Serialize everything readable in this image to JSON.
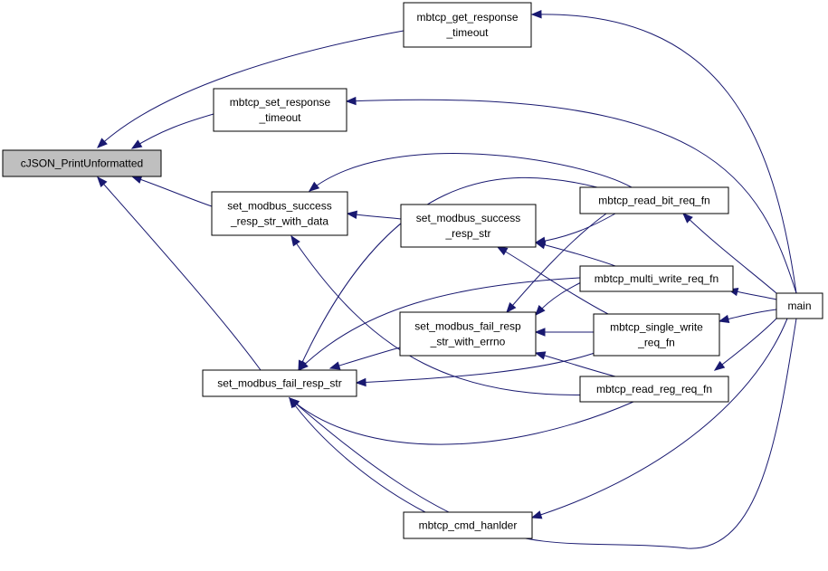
{
  "graph": {
    "edge_color": "#191970",
    "root_fill": "#bfbfbf",
    "nodes": {
      "cjson": {
        "lines": [
          "cJSON_PrintUnformatted"
        ],
        "root": true
      },
      "get_timeout": {
        "lines": [
          "mbtcp_get_response",
          "_timeout"
        ]
      },
      "set_timeout": {
        "lines": [
          "mbtcp_set_response",
          "_timeout"
        ]
      },
      "succ_data": {
        "lines": [
          "set_modbus_success",
          "_resp_str_with_data"
        ]
      },
      "succ": {
        "lines": [
          "set_modbus_success",
          "_resp_str"
        ]
      },
      "fail_errno": {
        "lines": [
          "set_modbus_fail_resp",
          "_str_with_errno"
        ]
      },
      "fail": {
        "lines": [
          "set_modbus_fail_resp_str"
        ]
      },
      "read_bit": {
        "lines": [
          "mbtcp_read_bit_req_fn"
        ]
      },
      "multi_write": {
        "lines": [
          "mbtcp_multi_write_req_fn"
        ]
      },
      "single_write": {
        "lines": [
          "mbtcp_single_write",
          "_req_fn"
        ]
      },
      "read_reg": {
        "lines": [
          "mbtcp_read_reg_req_fn"
        ]
      },
      "cmd": {
        "lines": [
          "mbtcp_cmd_hanlder"
        ]
      },
      "main": {
        "lines": [
          "main"
        ]
      }
    },
    "edges": [
      [
        "get_timeout",
        "cjson"
      ],
      [
        "set_timeout",
        "cjson"
      ],
      [
        "succ_data",
        "cjson"
      ],
      [
        "fail",
        "cjson"
      ],
      [
        "main",
        "get_timeout"
      ],
      [
        "main",
        "set_timeout"
      ],
      [
        "read_bit",
        "succ_data"
      ],
      [
        "succ",
        "succ_data"
      ],
      [
        "read_reg",
        "succ_data"
      ],
      [
        "read_bit",
        "succ"
      ],
      [
        "single_write",
        "succ"
      ],
      [
        "multi_write",
        "succ"
      ],
      [
        "read_bit",
        "fail_errno"
      ],
      [
        "multi_write",
        "fail_errno"
      ],
      [
        "single_write",
        "fail_errno"
      ],
      [
        "read_reg",
        "fail_errno"
      ],
      [
        "fail_errno",
        "fail"
      ],
      [
        "single_write",
        "fail"
      ],
      [
        "read_bit",
        "fail"
      ],
      [
        "multi_write",
        "fail"
      ],
      [
        "read_reg",
        "fail"
      ],
      [
        "cmd",
        "fail"
      ],
      [
        "main",
        "fail"
      ],
      [
        "main",
        "read_bit"
      ],
      [
        "main",
        "multi_write"
      ],
      [
        "main",
        "single_write"
      ],
      [
        "main",
        "read_reg"
      ],
      [
        "main",
        "cmd"
      ]
    ]
  }
}
